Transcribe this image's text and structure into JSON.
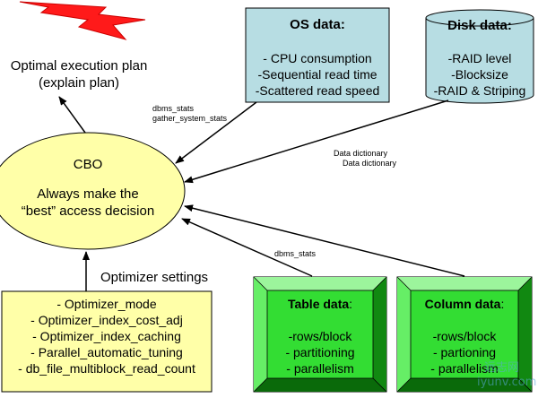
{
  "optimal_plan": {
    "line1": "Optimal execution plan",
    "line2": "(explain plan)"
  },
  "cbo": {
    "title": "CBO",
    "line1": "Always make the",
    "line2": "“best” access decision"
  },
  "os_data": {
    "title": "OS data:",
    "items": [
      "- CPU consumption",
      "-Sequential read time",
      "-Scattered read speed"
    ],
    "color": "#b7dde3"
  },
  "disk_data": {
    "title": "Disk data:",
    "items": [
      "-RAID level",
      "-Blocksize",
      "-RAID & Striping"
    ],
    "color": "#b7dde3"
  },
  "edge_labels": {
    "dbms_stats_top": "dbms_stats",
    "gather_system_stats": "gather_system_stats",
    "data_dictionary_1": "Data dictionary",
    "data_dictionary_2": "Data dictionary",
    "dbms_stats_bottom": "dbms_stats"
  },
  "optimizer_settings": {
    "label": "Optimizer settings",
    "items": [
      "- Optimizer_mode",
      "- Optimizer_index_cost_adj",
      "- Optimizer_index_caching",
      "- Parallel_automatic_tuning",
      "- db_file_multiblock_read_count"
    ],
    "color": "#ffffa8"
  },
  "table_data": {
    "title": "Table data",
    "colon": ":",
    "items": [
      "-rows/block",
      "- partitioning",
      "- parallelism"
    ],
    "color": "#33dd33"
  },
  "column_data": {
    "title": "Column data",
    "colon": ":",
    "items": [
      "-rows/block",
      "- partioning",
      "- parallelism"
    ],
    "color": "#33dd33"
  },
  "watermark": {
    "line1": "远志网",
    "line2": "iyunv.com"
  }
}
